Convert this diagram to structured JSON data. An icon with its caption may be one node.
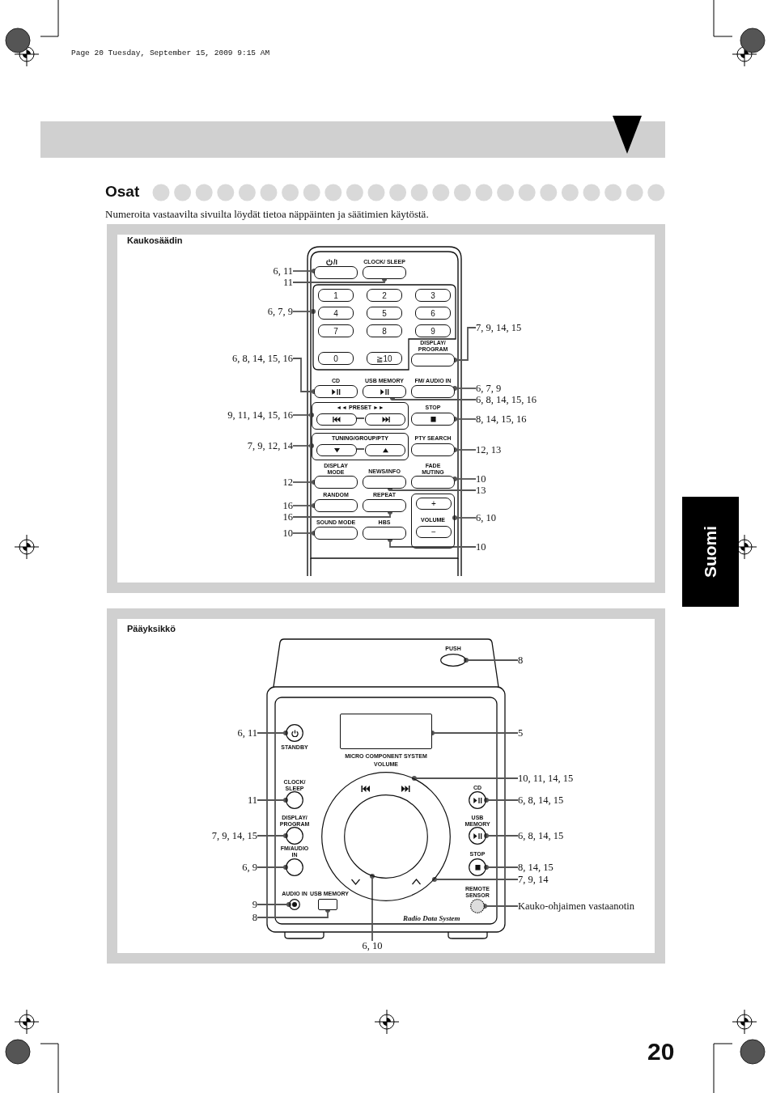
{
  "diagram": {
    "title": "Osat",
    "nodes": [
      {
        "text": [
          "6, 11"
        ]
      },
      {
        "text": [
          "11"
        ]
      },
      {
        "text": [
          "6, 7, 9"
        ]
      },
      {
        "text": [
          "6, 8, 14, 15, 16"
        ]
      },
      {
        "text": [
          "9, 11, 14, 15, 16"
        ]
      },
      {
        "text": [
          "7, 9, 12, 14"
        ]
      },
      {
        "text": [
          "12"
        ]
      },
      {
        "text": [
          "16"
        ]
      },
      {
        "text": [
          "16"
        ]
      },
      {
        "text": [
          "10"
        ]
      },
      {
        "text": [
          "7, 9, 14, 15"
        ]
      },
      {
        "text": [
          "6, 7, 9"
        ]
      },
      {
        "text": [
          "6, 8, 14, 15, 16"
        ]
      },
      {
        "text": [
          "8, 14, 15, 16"
        ]
      },
      {
        "text": [
          "12, 13"
        ]
      },
      {
        "text": [
          "10"
        ]
      },
      {
        "text": [
          "13"
        ]
      },
      {
        "text": [
          "6, 10"
        ]
      },
      {
        "text": [
          "10"
        ]
      },
      {
        "text": [],
        "shape": "box",
        "beside": [
          "/I"
        ]
      },
      {
        "text": [],
        "shape": "box",
        "beside": [
          "CLOCK/ SLEEP"
        ]
      },
      {
        "text": [],
        "shape": "box"
      },
      {
        "text": [
          "1"
        ],
        "in": 21
      },
      {
        "text": [
          "2"
        ],
        "in": 21
      },
      {
        "text": [
          "3"
        ],
        "in": 21
      },
      {
        "text": [
          "4"
        ],
        "in": 21
      },
      {
        "text": [
          "5"
        ],
        "in": 21
      },
      {
        "text": [
          "6"
        ],
        "in": 21
      },
      {
        "text": [
          "7"
        ],
        "in": 21
      },
      {
        "text": [
          "8"
        ],
        "in": 21
      },
      {
        "text": [
          "9"
        ],
        "in": 21
      },
      {
        "text": [
          "0"
        ],
        "in": 21
      },
      {
        "text": [
          "≧10"
        ],
        "in": 21
      },
      {
        "text": [],
        "shape": "box",
        "beside": [
          "DISPLAY/ PROGRAM"
        ]
      },
      {
        "text": [],
        "shape": "box",
        "beside": [
          "CD"
        ]
      },
      {
        "text": [],
        "shape": "box",
        "beside": [
          "USB MEMORY"
        ]
      },
      {
        "text": [],
        "shape": "box",
        "beside": [
          "FM/ AUDIO IN"
        ]
      },
      {
        "text": [
          "◄◄ PRESET ►►"
        ]
      },
      {
        "text": [],
        "shape": "box",
        "in": 37
      },
      {
        "text": [],
        "shape": "box",
        "in": 37
      },
      {
        "text": [],
        "shape": "box",
        "beside": [
          "STOP"
        ]
      },
      {
        "text": [
          "TUNING/GROUP/PTY"
        ]
      },
      {
        "text": [],
        "shape": "box",
        "in": 41
      },
      {
        "text": [],
        "shape": "box",
        "in": 41
      },
      {
        "text": [],
        "shape": "box",
        "beside": [
          "PTY SEARCH"
        ]
      },
      {
        "text": [],
        "shape": "box",
        "beside": [
          "DISPLAY MODE"
        ]
      },
      {
        "text": [],
        "shape": "box",
        "beside": [
          "NEWS/INFO"
        ]
      },
      {
        "text": [],
        "shape": "box",
        "beside": [
          "FADE MUTING"
        ]
      },
      {
        "text": [],
        "shape": "box",
        "beside": [
          "RANDOM"
        ]
      },
      {
        "text": [],
        "shape": "box",
        "beside": [
          "REPEAT"
        ]
      },
      {
        "text": [
          "VOLUME"
        ]
      },
      {
        "text": [
          "+"
        ],
        "in": 50
      },
      {
        "text": [
          "−"
        ],
        "in": 50
      },
      {
        "text": [],
        "shape": "box",
        "beside": [
          "SOUND MODE"
        ]
      },
      {
        "text": [],
        "shape": "box",
        "beside": [
          "HBS"
        ]
      },
      {
        "text": [
          "8"
        ]
      },
      {
        "text": [
          "6, 11"
        ]
      },
      {
        "text": [
          "5"
        ]
      },
      {
        "text": [
          "10, 11, 14, 15"
        ]
      },
      {
        "text": [
          "11"
        ]
      },
      {
        "text": [
          "6, 8, 14, 15"
        ]
      },
      {
        "text": [
          "7, 9, 14, 15"
        ]
      },
      {
        "text": [
          "6, 8, 14, 15"
        ]
      },
      {
        "text": [
          "6, 9"
        ]
      },
      {
        "text": [
          "8, 14, 15"
        ]
      },
      {
        "text": [
          "7, 9, 14"
        ]
      },
      {
        "text": [
          "9"
        ]
      },
      {
        "text": [
          "Kauko-ohjaimen vastaanotin"
        ]
      },
      {
        "text": [
          "8"
        ]
      },
      {
        "text": [
          "6, 10"
        ]
      },
      {
        "text": [],
        "shape": "circle",
        "beside": [
          "PUSH"
        ]
      },
      {
        "text": [],
        "shape": "circle",
        "beside": [
          "STANDBY"
        ]
      },
      {
        "text": [],
        "shape": "box",
        "beside": [
          "MICRO COMPONENT SYSTEM"
        ]
      },
      {
        "text": [],
        "shape": "circle",
        "beside": [
          "VOLUME"
        ]
      },
      {
        "text": [],
        "shape": "circle",
        "in": 73
      },
      {
        "text": [],
        "shape": "circle",
        "beside": [
          "CLOCK/ SLEEP"
        ]
      },
      {
        "text": [],
        "shape": "circle",
        "beside": [
          "DISPLAY/ PROGRAM"
        ]
      },
      {
        "text": [],
        "shape": "circle",
        "beside": [
          "FM/AUDIO IN"
        ]
      },
      {
        "text": [],
        "shape": "circle",
        "beside": [
          "AUDIO IN"
        ]
      },
      {
        "text": [],
        "shape": "box",
        "beside": [
          "USB MEMORY"
        ]
      },
      {
        "text": [],
        "shape": "circle",
        "beside": [
          "CD"
        ]
      },
      {
        "text": [],
        "shape": "circle",
        "beside": [
          "USB MEMORY"
        ]
      },
      {
        "text": [],
        "shape": "circle",
        "beside": [
          "STOP"
        ]
      },
      {
        "text": [],
        "shape": "circle",
        "beside": [
          "REMOTE SENSOR"
        ]
      }
    ],
    "edges": [
      {
        "from": 0,
        "to": 19,
        "arrow": "other"
      },
      {
        "from": 1,
        "to": 20,
        "arrow": "other"
      },
      {
        "from": 2,
        "to": 21,
        "arrow": "other"
      },
      {
        "from": 3,
        "to": 34,
        "arrow": "other"
      },
      {
        "from": 4,
        "to": 37,
        "arrow": "other"
      },
      {
        "from": 5,
        "to": 41,
        "arrow": "other"
      },
      {
        "from": 6,
        "to": 45,
        "arrow": "other"
      },
      {
        "from": 7,
        "to": 48,
        "arrow": "other"
      },
      {
        "from": 8,
        "to": 49,
        "arrow": "other"
      },
      {
        "from": 9,
        "to": 53,
        "arrow": "other"
      },
      {
        "from": 10,
        "to": 33,
        "arrow": "other"
      },
      {
        "from": 11,
        "to": 36,
        "arrow": "other"
      },
      {
        "from": 12,
        "to": 35,
        "arrow": "other"
      },
      {
        "from": 13,
        "to": 40,
        "arrow": "other"
      },
      {
        "from": 14,
        "to": 44,
        "arrow": "other"
      },
      {
        "from": 15,
        "to": 47,
        "arrow": "other"
      },
      {
        "from": 16,
        "to": 46,
        "arrow": "other"
      },
      {
        "from": 17,
        "to": 50,
        "arrow": "other"
      },
      {
        "from": 18,
        "to": 54,
        "arrow": "other"
      },
      {
        "from": 55,
        "to": 70,
        "arrow": "other"
      },
      {
        "from": 56,
        "to": 71,
        "arrow": "other"
      },
      {
        "from": 57,
        "to": 72,
        "arrow": "other"
      },
      {
        "from": 58,
        "to": 73,
        "arrow": "other"
      },
      {
        "from": 59,
        "to": 75,
        "arrow": "other"
      },
      {
        "from": 60,
        "to": 80,
        "arrow": "other"
      },
      {
        "from": 61,
        "to": 76,
        "arrow": "other"
      },
      {
        "from": 62,
        "to": 81,
        "arrow": "other"
      },
      {
        "from": 63,
        "to": 77,
        "arrow": "other"
      },
      {
        "from": 64,
        "to": 82,
        "arrow": "other"
      },
      {
        "from": 65,
        "to": 73,
        "arrow": "other"
      },
      {
        "from": 66,
        "to": 78,
        "arrow": "other"
      },
      {
        "from": 67,
        "to": 83,
        "arrow": "other"
      },
      {
        "from": 68,
        "to": 79,
        "arrow": "other"
      },
      {
        "from": 69,
        "to": 74,
        "arrow": "other"
      }
    ],
    "labels": [
      "Page 20 Tuesday, September 15, 2009 9:15 AM",
      "Numeroita vastaavilta sivuilta löydät tietoa näppäinten ja säätimien käytöstä.",
      "Suomi",
      "Kaukosäädin",
      "Pääyksikkö",
      "Radio Data System",
      "20"
    ]
  }
}
